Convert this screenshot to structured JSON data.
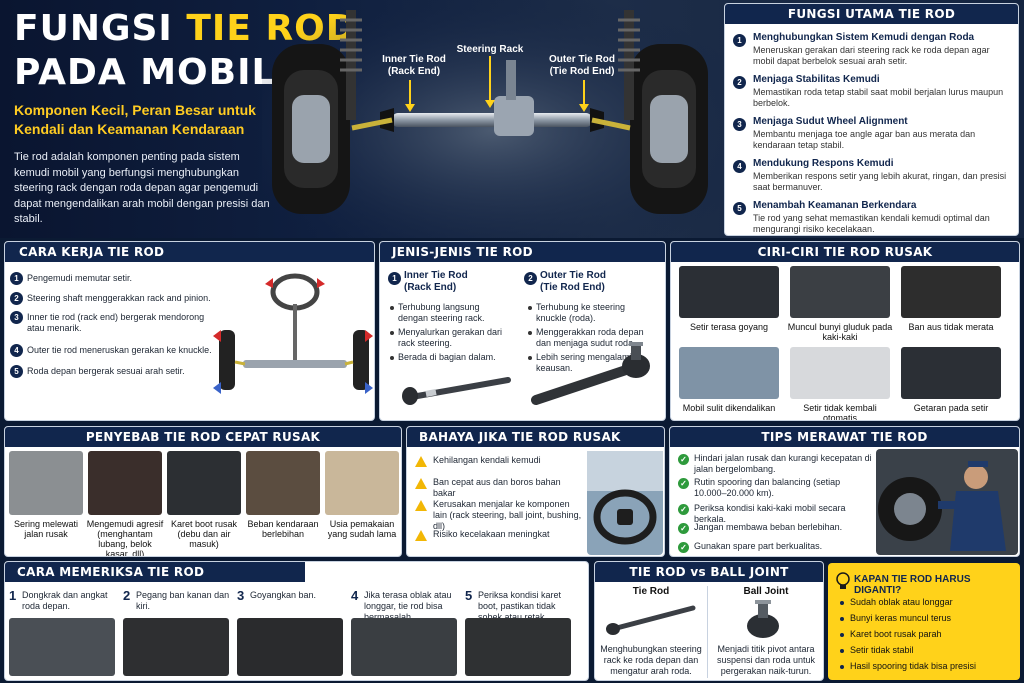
{
  "hero": {
    "title_line1_prefix": "FUNGSI",
    "title_line1_highlight": "TIE ROD",
    "title_line2": "PADA MOBIL",
    "subtitle": "Komponen Kecil, Peran Besar untuk Kendali dan Keamanan Kendaraan",
    "description": "Tie rod adalah komponen penting pada sistem kemudi mobil yang berfungsi menghubungkan steering rack dengan roda depan agar pengemudi dapat mengendalikan arah mobil dengan presisi dan stabil.",
    "labels": {
      "inner": "Inner Tie Rod\n(Rack End)",
      "rack": "Steering Rack",
      "outer": "Outer Tie Rod\n(Tie Rod End)"
    }
  },
  "fungsi": {
    "title": "FUNGSI UTAMA TIE ROD",
    "items": [
      {
        "n": "1",
        "title": "Menghubungkan Sistem Kemudi dengan Roda",
        "desc": "Meneruskan gerakan dari steering rack ke roda depan agar mobil dapat berbelok sesuai arah setir."
      },
      {
        "n": "2",
        "title": "Menjaga Stabilitas Kemudi",
        "desc": "Memastikan roda tetap stabil saat mobil berjalan lurus maupun berbelok."
      },
      {
        "n": "3",
        "title": "Menjaga Sudut Wheel Alignment",
        "desc": "Membantu menjaga toe angle agar ban aus merata dan kendaraan tetap stabil."
      },
      {
        "n": "4",
        "title": "Mendukung Respons Kemudi",
        "desc": "Memberikan respons setir yang lebih akurat, ringan, dan presisi saat bermanuver."
      },
      {
        "n": "5",
        "title": "Menambah Keamanan Berkendara",
        "desc": "Tie rod yang sehat memastikan kendali kemudi optimal dan mengurangi risiko kecelakaan."
      }
    ]
  },
  "cara_kerja": {
    "title": "CARA KERJA TIE ROD",
    "items": [
      {
        "n": "1",
        "text": "Pengemudi memutar setir."
      },
      {
        "n": "2",
        "text": "Steering shaft menggerakkan rack and pinion."
      },
      {
        "n": "3",
        "text": "Inner tie rod (rack end) bergerak mendorong atau menarik."
      },
      {
        "n": "4",
        "text": "Outer tie rod meneruskan gerakan ke knuckle."
      },
      {
        "n": "5",
        "text": "Roda depan bergerak sesuai arah setir."
      }
    ]
  },
  "jenis": {
    "title": "JENIS-JENIS TIE ROD",
    "inner": {
      "n": "1",
      "title": "Inner Tie Rod\n(Rack End)",
      "bullets": [
        "Terhubung langsung dengan steering rack.",
        "Menyalurkan gerakan dari rack steering.",
        "Berada di bagian dalam."
      ]
    },
    "outer": {
      "n": "2",
      "title": "Outer Tie Rod\n(Tie Rod End)",
      "bullets": [
        "Terhubung ke steering knuckle (roda).",
        "Menggerakkan roda depan dan menjaga sudut roda.",
        "Lebih sering mengalami keausan."
      ]
    }
  },
  "ciri": {
    "title": "CIRI-CIRI TIE ROD RUSAK",
    "items": [
      "Setir terasa goyang",
      "Muncul bunyi gluduk pada kaki-kaki",
      "Ban aus tidak merata",
      "Mobil sulit dikendalikan",
      "Setir tidak kembali otomatis",
      "Getaran pada setir"
    ]
  },
  "penyebab": {
    "title": "PENYEBAB TIE ROD CEPAT RUSAK",
    "items": [
      "Sering melewati jalan rusak",
      "Mengemudi agresif (menghantam lubang, belok kasar, dll)",
      "Karet boot rusak (debu dan air masuk)",
      "Beban kendaraan berlebihan",
      "Usia pemakaian yang sudah lama"
    ]
  },
  "bahaya": {
    "title": "BAHAYA JIKA TIE ROD RUSAK",
    "items": [
      "Kehilangan kendali kemudi",
      "Ban cepat aus dan boros bahan bakar",
      "Kerusakan menjalar ke komponen lain (rack steering, ball joint, bushing, dll)",
      "Risiko kecelakaan meningkat"
    ]
  },
  "tips": {
    "title": "TIPS MERAWAT TIE ROD",
    "items": [
      "Hindari jalan rusak dan kurangi kecepatan di jalan bergelombang.",
      "Rutin spooring dan balancing (setiap 10.000–20.000 km).",
      "Periksa kondisi kaki-kaki mobil secara berkala.",
      "Jangan membawa beban berlebihan.",
      "Gunakan spare part berkualitas."
    ]
  },
  "periksa": {
    "title": "CARA MEMERIKSA TIE ROD",
    "steps": [
      {
        "n": "1",
        "text": "Dongkrak dan angkat roda depan."
      },
      {
        "n": "2",
        "text": "Pegang ban kanan dan kiri."
      },
      {
        "n": "3",
        "text": "Goyangkan ban."
      },
      {
        "n": "4",
        "text": "Jika terasa oblak atau longgar, tie rod bisa bermasalah."
      },
      {
        "n": "5",
        "text": "Periksa kondisi karet boot, pastikan tidak sobek atau retak."
      }
    ]
  },
  "vs": {
    "title": "TIE ROD vs BALL JOINT",
    "left_title": "Tie Rod",
    "left_desc": "Menghubungkan steering rack ke roda depan dan mengatur arah roda.",
    "right_title": "Ball Joint",
    "right_desc": "Menjadi titik pivot antara suspensi dan roda untuk pergerakan naik-turun."
  },
  "kapan": {
    "title": "KAPAN TIE ROD HARUS DIGANTI?",
    "items": [
      "Sudah oblak atau longgar",
      "Bunyi keras muncul terus",
      "Karet boot rusak parah",
      "Setir tidak stabil",
      "Hasil spooring tidak bisa presisi"
    ]
  },
  "colors": {
    "navy": "#11264d",
    "yellow": "#ffd21a",
    "panel_bg": "#ffffff",
    "page_bg": "#0b1a33"
  }
}
